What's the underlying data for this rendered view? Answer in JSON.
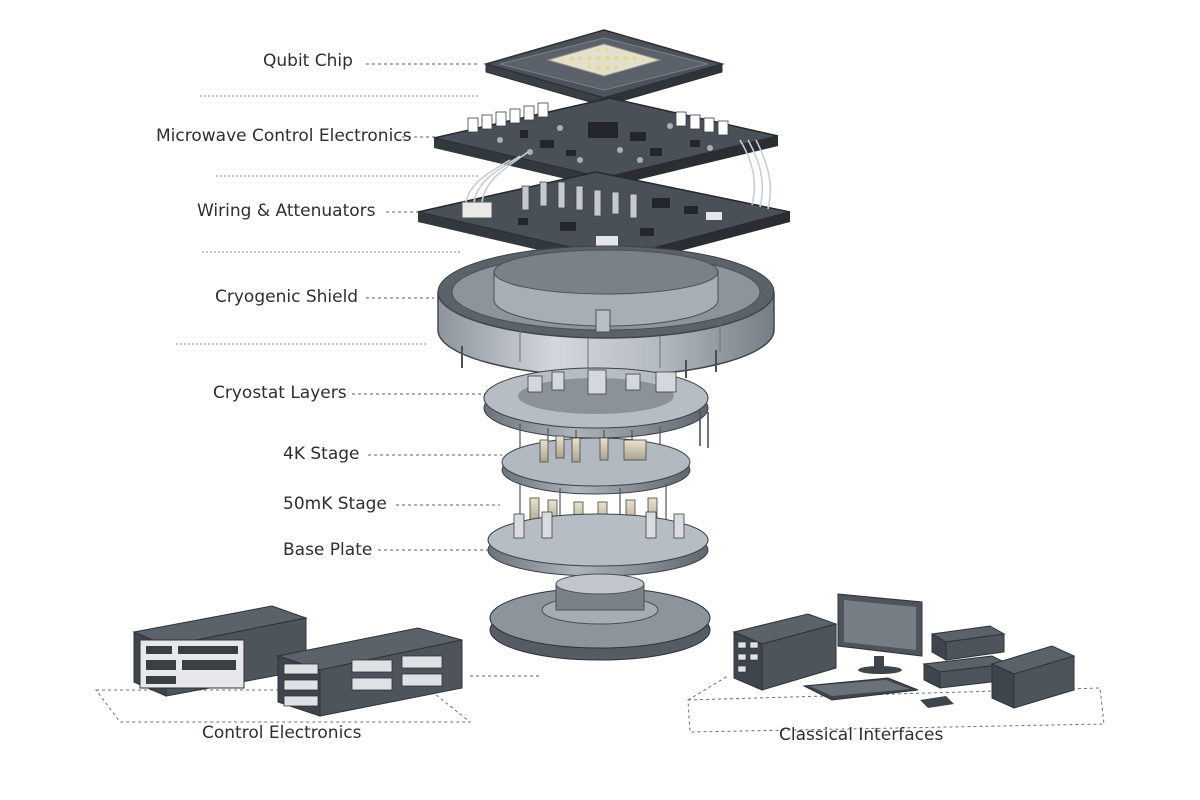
{
  "labels": {
    "qubit_chip": "Qubit Chip",
    "microwave_control": "Microwave Control Electronics",
    "wiring_attenuators": "Wiring & Attenuators",
    "cryogenic_shield": "Cryogenic Shield",
    "cryostat_layers": "Cryostat Layers",
    "stage_4k": "4K Stage",
    "stage_50mk": "50mK Stage",
    "base_plate": "Base Plate",
    "control_electronics": "Control Electronics",
    "classical_interfaces": "Classical Interfaces"
  },
  "colors": {
    "board": "#4a5058",
    "board_dark": "#2f343a",
    "board_edge": "#7d848c",
    "metal_light": "#c9ced4",
    "metal_mid": "#9aa1a9",
    "metal_dark": "#5d646c",
    "chip_gold": "#d8c37a",
    "line": "#444a50",
    "text": "#2b2f33"
  },
  "icons": [
    "qubit-chip-icon",
    "circuit-board-icon",
    "shield-ring-icon",
    "cryostat-stage-icon",
    "rack-server-icon",
    "computer-workstation-icon"
  ]
}
